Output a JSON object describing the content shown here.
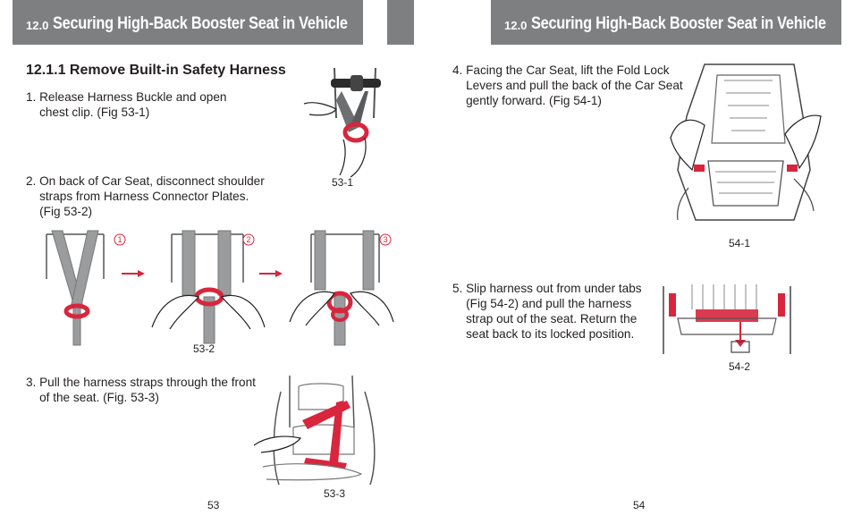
{
  "left_page": {
    "header": {
      "number": "12.0",
      "title": "Securing High-Back Booster Seat in Vehicle"
    },
    "section_title": "12.1.1 Remove Built-in Safety Harness",
    "steps": [
      {
        "text": "1. Release Harness Buckle and open\n    chest clip. (Fig 53-1)"
      },
      {
        "text": "2. On back of Car Seat, disconnect shoulder\n    straps from Harness Connector Plates.\n    (Fig 53-2)"
      },
      {
        "text": "3. Pull the harness straps through the front\n    of the seat. (Fig. 53-3)"
      }
    ],
    "figures": {
      "fig_53_1": "53-1",
      "fig_53_2": "53-2",
      "fig_53_3": "53-3"
    },
    "sequence_markers": [
      "1",
      "2",
      "3"
    ],
    "page_number": "53"
  },
  "right_page": {
    "header": {
      "number": "12.0",
      "title": "Securing High-Back Booster Seat in Vehicle"
    },
    "steps": [
      {
        "text": "4. Facing the Car Seat, lift the Fold Lock\n    Levers and pull the back of the Car Seat\n    gently forward. (Fig 54-1)"
      },
      {
        "text": "5. Slip harness out from under tabs\n    (Fig 54-2) and pull the harness\n    strap out of the seat. Return the\n    seat back to its locked position."
      }
    ],
    "figures": {
      "fig_54_1": "54-1",
      "fig_54_2": "54-2"
    },
    "page_number": "54"
  },
  "colors": {
    "header_bg": "#7d7f81",
    "accent_red": "#d7263d",
    "text": "#231f20",
    "strap_gray": "#9a9c9e"
  }
}
